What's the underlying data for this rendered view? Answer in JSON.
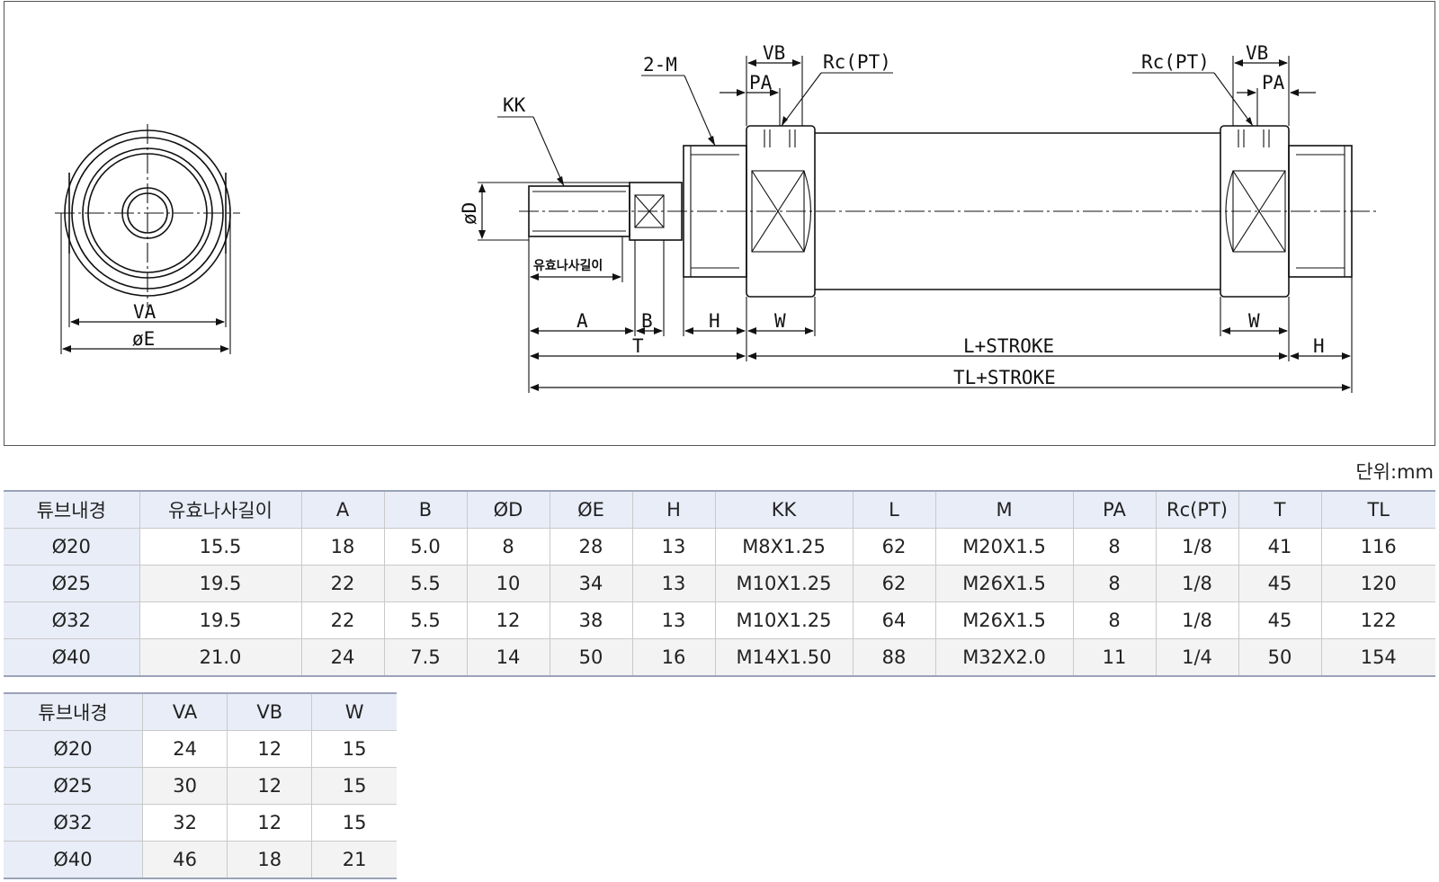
{
  "drawing": {
    "labels": {
      "kk": "KK",
      "m": "2-M",
      "vb_left": "VB",
      "pa_left": "PA",
      "rc_left": "Rc(PT)",
      "rc_right": "Rc(PT)",
      "vb_right": "VB",
      "pa_right": "PA",
      "d": "øD",
      "thread": "유효나사길이",
      "a": "A",
      "b": "B",
      "h_left": "H",
      "w_left": "W",
      "w_right": "W",
      "h_right": "H",
      "t": "T",
      "l_stroke": "L+STROKE",
      "tl_stroke": "TL+STROKE",
      "va": "VA",
      "e": "øE"
    }
  },
  "unit": "단위:mm",
  "table1": {
    "headers": [
      "튜브내경",
      "유효나사길이",
      "A",
      "B",
      "ØD",
      "ØE",
      "H",
      "KK",
      "L",
      "M",
      "PA",
      "Rc(PT)",
      "T",
      "TL"
    ],
    "rows": [
      [
        "Ø20",
        "15.5",
        "18",
        "5.0",
        "8",
        "28",
        "13",
        "M8X1.25",
        "62",
        "M20X1.5",
        "8",
        "1/8",
        "41",
        "116"
      ],
      [
        "Ø25",
        "19.5",
        "22",
        "5.5",
        "10",
        "34",
        "13",
        "M10X1.25",
        "62",
        "M26X1.5",
        "8",
        "1/8",
        "45",
        "120"
      ],
      [
        "Ø32",
        "19.5",
        "22",
        "5.5",
        "12",
        "38",
        "13",
        "M10X1.25",
        "64",
        "M26X1.5",
        "8",
        "1/8",
        "45",
        "122"
      ],
      [
        "Ø40",
        "21.0",
        "24",
        "7.5",
        "14",
        "50",
        "16",
        "M14X1.50",
        "88",
        "M32X2.0",
        "11",
        "1/4",
        "50",
        "154"
      ]
    ]
  },
  "table2": {
    "headers": [
      "튜브내경",
      "VA",
      "VB",
      "W"
    ],
    "rows": [
      [
        "Ø20",
        "24",
        "12",
        "15"
      ],
      [
        "Ø25",
        "30",
        "12",
        "15"
      ],
      [
        "Ø32",
        "32",
        "12",
        "15"
      ],
      [
        "Ø40",
        "46",
        "18",
        "21"
      ]
    ]
  }
}
